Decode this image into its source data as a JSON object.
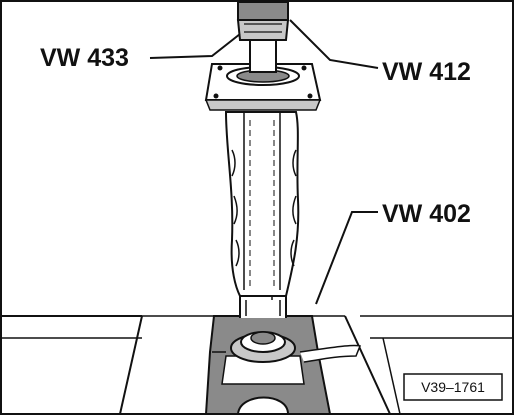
{
  "callouts": {
    "tool_433": "VW 433",
    "tool_412": "VW 412",
    "tool_402": "VW 402"
  },
  "reference_code": "V39–1761",
  "colors": {
    "ink": "#111111",
    "paper": "#ffffff",
    "shade": "#8a8a8a",
    "light_shade": "#c8c8c8"
  }
}
